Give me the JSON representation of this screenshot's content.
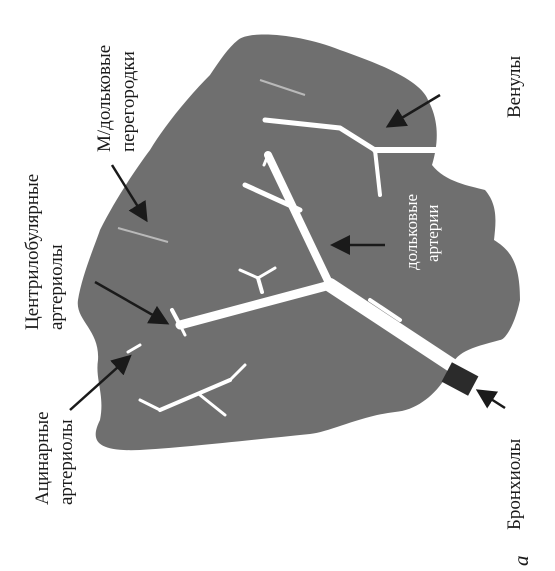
{
  "figure": {
    "panel_letter": "a",
    "colors": {
      "lobule": "#6f6f6f",
      "vessels": "#ffffff",
      "septa": "#b9b9b9",
      "arrows": "#1a1a1a",
      "bronchiole": "#2b2b2b",
      "text": "#1a1a1a"
    },
    "labels": {
      "acinar_1": "Ацинарные",
      "acinar_2": "артериолы",
      "centrilobular_1": "Центрилобулярные",
      "centrilobular_2": "артериолы",
      "septa_1": "М/дольковые",
      "septa_2": "перегородки",
      "lobular_arteries_1": "дольковые",
      "lobular_arteries_2": "артерии",
      "venules": "Венулы",
      "bronchioles": "Бронхиолы"
    }
  }
}
